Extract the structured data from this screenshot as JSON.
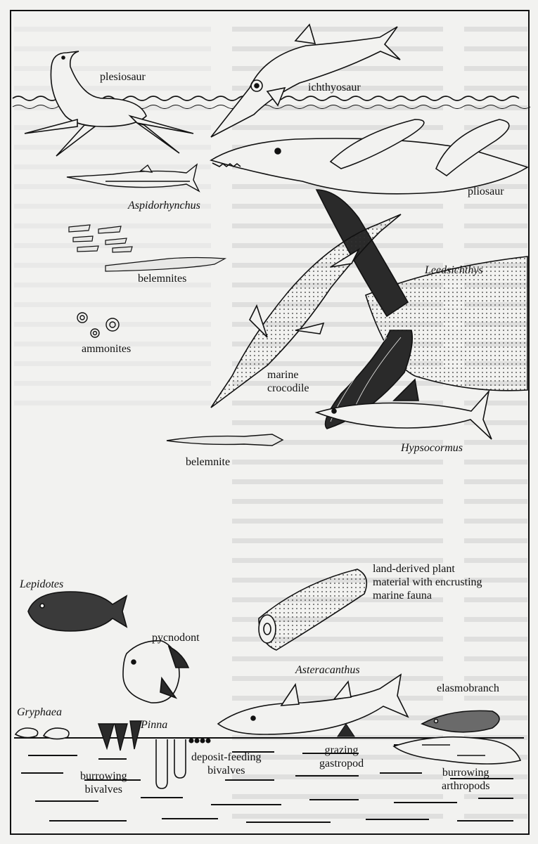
{
  "labels": {
    "plesiosaur": "plesiosaur",
    "ichthyosaur": "ichthyosaur",
    "aspidorhynchus": "Aspidorhynchus",
    "pliosaur": "pliosaur",
    "leedsichthys": "Leedsichthys",
    "belemnites": "belemnites",
    "ammonites": "ammonites",
    "marine_crocodile": "marine\ncrocodile",
    "hypsocormus": "Hypsocormus",
    "belemnite": "belemnite",
    "lepidotes": "Lepidotes",
    "land_plant": "land-derived plant\nmaterial with encrusting\nmarine fauna",
    "pycnodont": "pycnodont",
    "asteracanthus": "Asteracanthus",
    "elasmobranch": "elasmobranch",
    "gryphaea": "Gryphaea",
    "pinna": "Pinna",
    "deposit_feeding": "deposit-feeding\nbivalves",
    "grazing_gastropod": "grazing\ngastropod",
    "burrowing_bivalves": "burrowing\nbivalves",
    "burrowing_arthropods": "burrowing\narthropods"
  },
  "colors": {
    "ink": "#111111",
    "paper": "#f2f2f0",
    "bg_text": "#c9c9c9"
  }
}
